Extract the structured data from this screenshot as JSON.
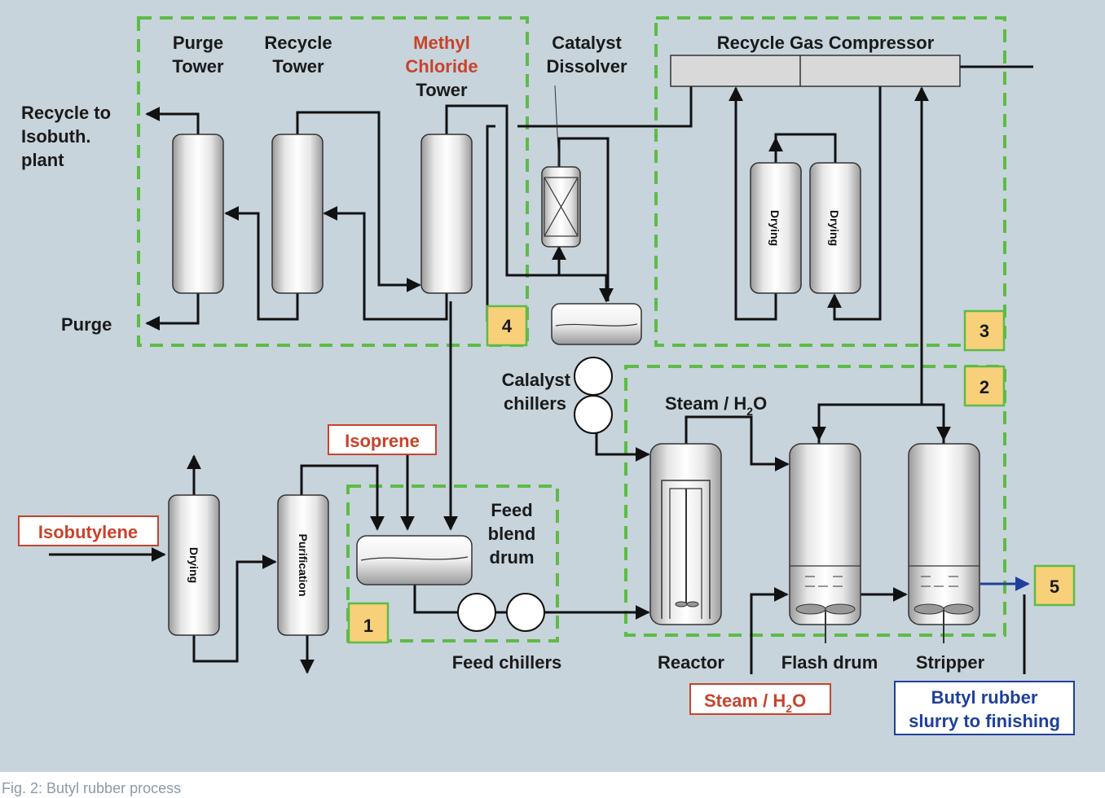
{
  "labels": {
    "purge_tower": [
      "Purge",
      "Tower"
    ],
    "recycle_tower": [
      "Recycle",
      "Tower"
    ],
    "methyl_chloride_tower": [
      "Methyl",
      "Chloride",
      "Tower"
    ],
    "catalyst_dissolver": [
      "Catalyst",
      "Dissolver"
    ],
    "recycle_gas_compressor": "Recycle Gas Compressor",
    "recycle_to_isobuth": [
      "Recycle to",
      "Isobuth.",
      "plant"
    ],
    "purge": "Purge",
    "catalyst_chillers": [
      "Calalyst",
      "chillers"
    ],
    "steam_h2o_top": "Steam / H",
    "steam_h2o_top_sub": "2",
    "steam_h2o_top_tail": "O",
    "isoprene": "Isoprene",
    "isobutylene": "Isobutylene",
    "feed_blend_drum": [
      "Feed",
      "blend",
      "drum"
    ],
    "feed_chillers": "Feed chillers",
    "reactor": "Reactor",
    "flash_drum": "Flash drum",
    "stripper": "Stripper",
    "steam_h2o_bottom": "Steam / H",
    "steam_h2o_bottom_sub": "2",
    "steam_h2o_bottom_tail": "O",
    "butyl_rubber": [
      "Butyl rubber",
      "slurry to finishing"
    ],
    "drying": "Drying",
    "purification": "Purification"
  },
  "badges": [
    "1",
    "2",
    "3",
    "4",
    "5"
  ],
  "caption": "Fig. 2: Butyl rubber process",
  "colors": {
    "background": "#c7d4dc",
    "dashed_box": "#5dbb46",
    "badge_fill": "#f8d07a",
    "label_red": "#c8432b",
    "label_blue": "#1f3f9a"
  }
}
